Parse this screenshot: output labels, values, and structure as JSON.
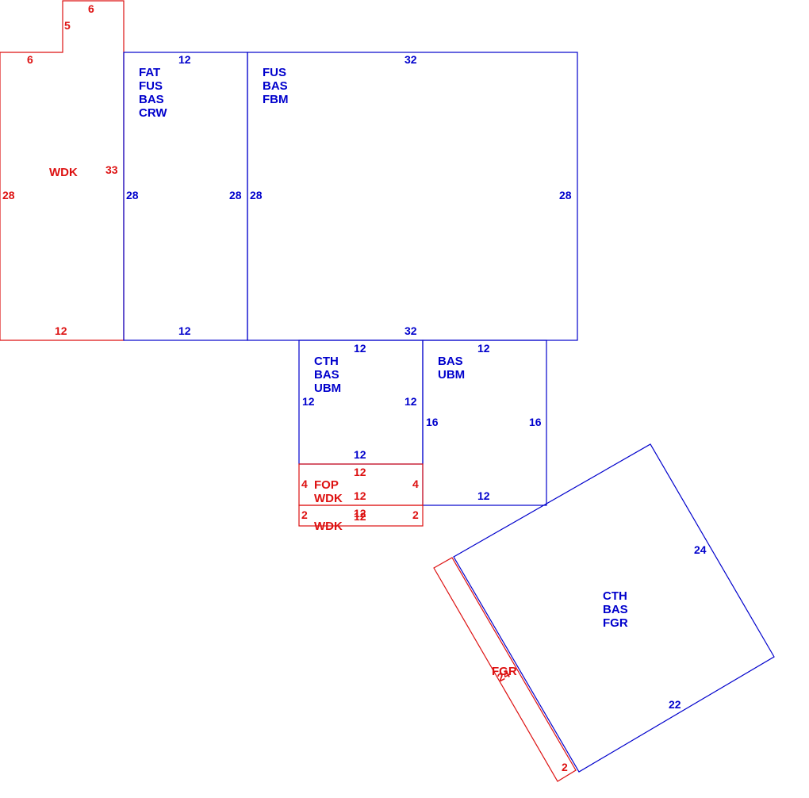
{
  "colors": {
    "blue": "#0000cc",
    "red": "#dd1111"
  },
  "areas": {
    "wdk_left": {
      "code": "WDK",
      "dims": {
        "notch_top": "6",
        "notch_side": "5",
        "top_left": "6",
        "inner_right": "33",
        "left": "28",
        "bottom": "12"
      }
    },
    "fat_block": {
      "codes": [
        "FAT",
        "FUS",
        "BAS",
        "CRW"
      ],
      "dims": {
        "top": "12",
        "left": "28",
        "right": "28",
        "bottom": "12"
      }
    },
    "fus_block": {
      "codes": [
        "FUS",
        "BAS",
        "FBM"
      ],
      "dims": {
        "top": "32",
        "left": "28",
        "right": "28",
        "bottom": "32"
      }
    },
    "cth_block": {
      "codes": [
        "CTH",
        "BAS",
        "UBM"
      ],
      "dims": {
        "top": "12",
        "left": "12",
        "right": "12",
        "bottom": "12"
      }
    },
    "bas_block": {
      "codes": [
        "BAS",
        "UBM"
      ],
      "dims": {
        "top": "12",
        "left": "16",
        "right": "16",
        "bottom": "12"
      }
    },
    "fop_wdk": {
      "codes": [
        "FOP",
        "WDK"
      ],
      "dims": {
        "top": "12",
        "left": "4",
        "right": "4",
        "bottom": "12"
      }
    },
    "wdk_bottom": {
      "code": "WDK",
      "dims": {
        "top": "12",
        "left": "2",
        "right": "2",
        "bottom": "12"
      }
    },
    "garage": {
      "codes": [
        "CTH",
        "BAS",
        "FGR"
      ],
      "dims": {
        "right": "24",
        "bottom": "22"
      }
    },
    "fgr_strip": {
      "code": "FGR",
      "dims": {
        "long": "24",
        "short": "2"
      }
    }
  }
}
